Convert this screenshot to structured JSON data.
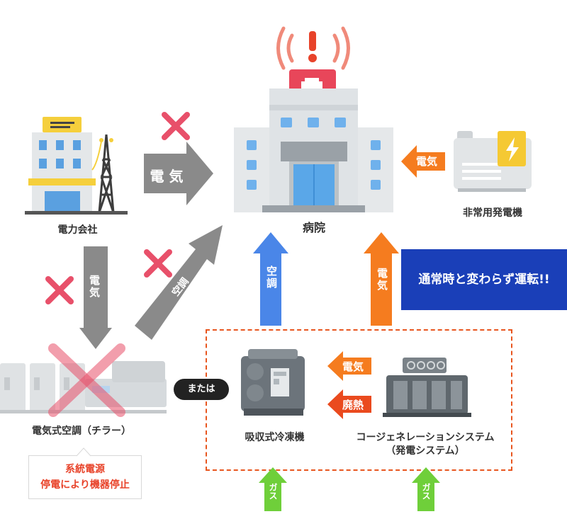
{
  "nodes": {
    "hospital": "病院",
    "power_company": "電力会社",
    "emergency_generator": "非常用発電機",
    "electric_chiller": "電気式空調（チラー）",
    "absorption_chiller": "吸収式冷凍機",
    "cogeneration_line1": "コージェネレーションシステム",
    "cogeneration_line2": "（発電システム）"
  },
  "arrows": {
    "power_to_hospital": "電 気",
    "generator_to_hospital": "電気",
    "power_to_chiller": "電気",
    "chiller_to_hospital": "空調",
    "absorption_to_hospital": "空調",
    "cogen_to_hospital": "電気",
    "cogen_electric": "電気",
    "cogen_waste_heat": "廃熱",
    "gas_left": "ガス",
    "gas_right": "ガス"
  },
  "badges": {
    "or": "または",
    "normal_operation": "通常時と変わらず運転!!"
  },
  "callout": {
    "line1": "系統電源",
    "line2": "停電により機器停止"
  },
  "colors": {
    "gray_arrow": "#8a8a8a",
    "orange": "#f57c1f",
    "blue": "#4a86e8",
    "green": "#6fcf3a",
    "red_mark": "#e8506a",
    "dashed_box": "#e8561f",
    "banner": "#1a3fb8"
  }
}
